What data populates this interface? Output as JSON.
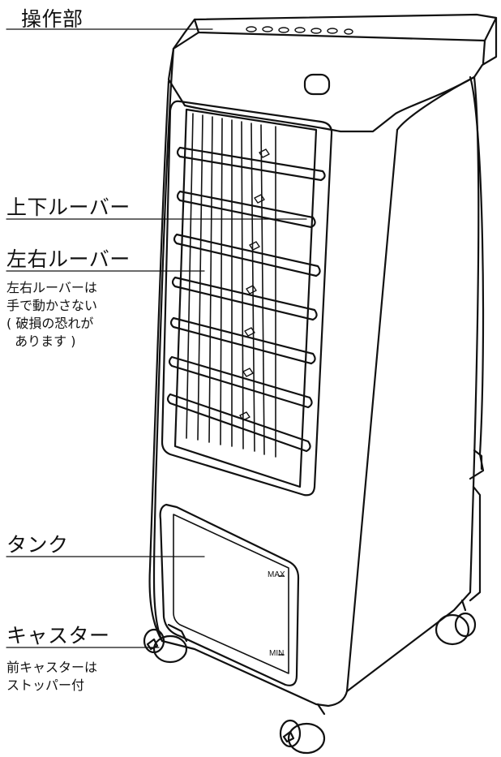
{
  "labels": {
    "control_panel": "操作部",
    "vertical_louver": "上下ルーバー",
    "horizontal_louver": "左右ルーバー",
    "louver_note": [
      "左右ルーバーは",
      "手で動かさない",
      "( 破損の恐れが",
      "  あります )"
    ],
    "tank": "タンク",
    "caster": "キャスター",
    "caster_note": [
      "前キャスターは",
      "ストッパー付"
    ]
  },
  "tank_marks": {
    "max": "MAX",
    "min": "MIN"
  }
}
